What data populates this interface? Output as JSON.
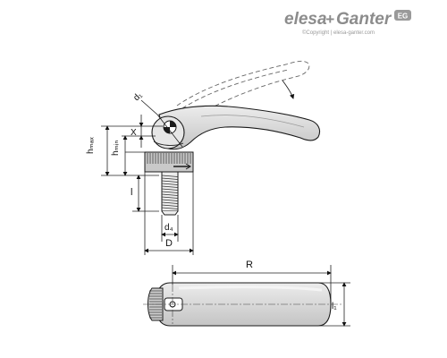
{
  "brand": {
    "name_left": "elesa",
    "name_plus": "+",
    "name_right": "Ganter",
    "badge": "EG",
    "copyright": "©Copyright | elesa-ganter.com",
    "colors": {
      "logo_grey": "#8c8c8c",
      "badge_bg": "#9a9a9a"
    }
  },
  "labels": {
    "d1": "d₁",
    "x": "X",
    "h_max": "hₘₐₓ",
    "h_min": "hₘᵢₙ",
    "l": "l",
    "d4": "d₄",
    "D": "D",
    "R": "R",
    "l1": "l₁"
  },
  "icons": {
    "rotation": "rotation-arrow-icon"
  },
  "colors": {
    "body_fill": "#dcdcdc",
    "body_stroke": "#1a1a1a",
    "shade": "#bdbdbd"
  }
}
